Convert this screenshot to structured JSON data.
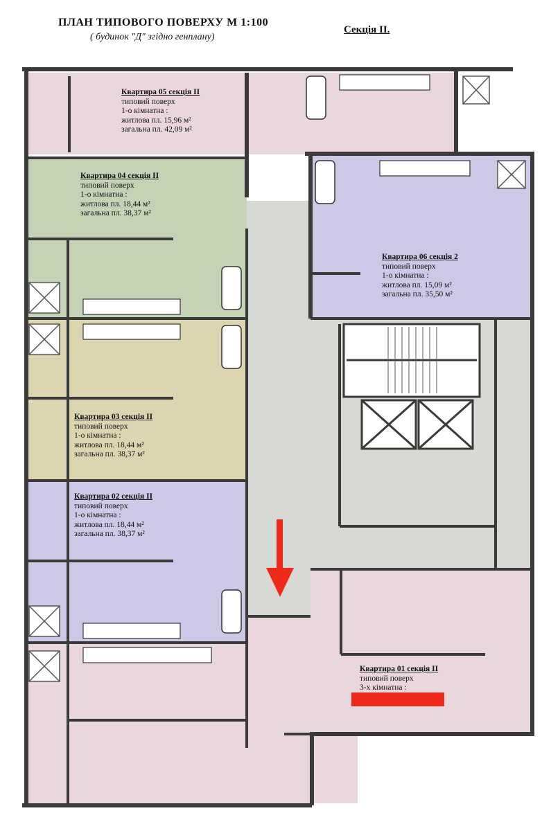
{
  "header": {
    "title": "ПЛАН ТИПОВОГО ПОВЕРХУ  М 1:100",
    "subtitle": "( будинок  \"Д\" згідно генплану)",
    "section": "Секція ІІ."
  },
  "apartments": [
    {
      "id": "05",
      "name": "Квартира 05 секція ІІ",
      "floor": "типовий поверх",
      "rooms": "1-о кімнатна :",
      "living": "житлова пл. 15,96 м²",
      "total": "загальна пл. 42,09 м²",
      "color": "#ead7dd"
    },
    {
      "id": "04",
      "name": "Квартира 04 секція ІІ",
      "floor": "типовий поверх",
      "rooms": "1-о кімнатна :",
      "living": "житлова пл. 18,44 м²",
      "total": "загальна пл. 38,37 м²",
      "color": "#c6d2b6"
    },
    {
      "id": "06",
      "name": "Квартира 06 секція 2",
      "floor": "типовий поверх",
      "rooms": "1-о кімнатна :",
      "living": "житлова пл. 15,09 м²",
      "total": "загальна пл. 35,50 м²",
      "color": "#cdc8e6"
    },
    {
      "id": "03",
      "name": "Квартира 03 секція ІІ",
      "floor": "типовий поверх",
      "rooms": "1-о кімнатна :",
      "living": "житлова пл. 18,44 м²",
      "total": "загальна пл. 38,37 м²",
      "color": "#dcd5b0"
    },
    {
      "id": "02",
      "name": "Квартира 02 секція ІІ",
      "floor": "типовий поверх",
      "rooms": "1-о кімнатна :",
      "living": "житлова пл. 18,44 м²",
      "total": "загальна пл. 38,37 м²",
      "color": "#cdc8e6"
    },
    {
      "id": "01",
      "name": "Квартира 01 секція ІІ",
      "floor": "типовий поверх",
      "rooms": "3-х кімнатна :",
      "color": "#ead7dd"
    }
  ],
  "colors": {
    "corridor": "#d6d9d4",
    "stair_core": "#ffffff",
    "wall": "#3a3a3a",
    "arrow": "#ee2a1a",
    "redaction": "#ee2a1a"
  }
}
